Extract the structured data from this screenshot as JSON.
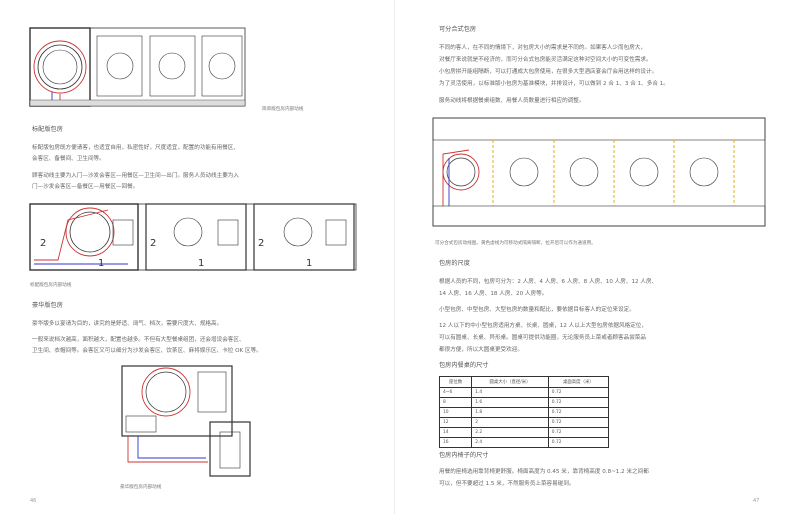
{
  "left": {
    "caption_top": "简单版包房内部动线",
    "section1_title": "标配版包房",
    "section1_p1": "标配版包房既方便请客，也适宜自用，私密性好，尺度适宜，配置的功能有用餐区、",
    "section1_p1b": "会客区、备餐间、卫生间等。",
    "section1_p2": "顾客动线主要为入门—沙发会客区—用餐区—卫生间—出门。服务人员动线主要为入",
    "section1_p2b": "门—沙发会客区—备餐区—用餐区—回餐。",
    "caption_mid": "标配版包房内部动线",
    "section2_title": "豪华版包房",
    "section2_p1": "豪华版多以宴请为目的，讲究的是舒适、阔气、档次，需要尺度大、规格高。",
    "section2_p2": "一般来说档次越高，面积越大，配置也越多。不但有大型餐桌组团，还会增设会客区、",
    "section2_p2b": "卫生间、衣帽间等。会客区又可以细分为沙发会客区、饮茶区、麻将娱乐区、卡拉 OK 区等。",
    "caption_bottom": "豪华版包房内部动线",
    "page_number": "46",
    "plan_labels": [
      "2",
      "1",
      "2",
      "1",
      "2",
      "1"
    ]
  },
  "right": {
    "section1_title": "可分合式包房",
    "p1a": "不同的客人，在不同的情境下，对包房大小的需求是不同的。如果客人少而包房大，",
    "p1b": "对餐厅来说就是不经济的，而可分合式包房能灵活满足这种对空间大小的可变性需求。",
    "p1c": "小包房拼开能组隔断，可以打通成大包房使用，在很多大型酒店宴会厅会用这样的设计。",
    "p1d": "为了灵活使用，以标准版小包房为基准模块，并排设计，可以做到 2 合 1、3 合 1、多合 1。",
    "p2": "服务动线将根据餐桌组数、用餐人员数量进行相应的调整。",
    "caption_plan": "可分合式包房动线图。黄色虚线为可移动式隔离隔断，拉开后可以作为通道用。",
    "section2_title": "包房的尺度",
    "p3a": "根据人员的不同，包房可分为：2 人房、4 人房、6 人房、8 人房、10 人房、12 人房、",
    "p3b": "14 人房、16 人房、18 人房、20 人房等。",
    "p4": "小型包房、中型包房、大型包房的数量和配比，要依据目标客人的定位来设定。",
    "p5a": "12 人以下的中小型包房适用方桌、长桌、圆桌，12 人以上大型包房依据风格定位，",
    "p5b": "可以有圆桌、长桌、异形桌。圆桌可提供功能圈，无论服务员上菜或者顾客品尝菜品",
    "p5c": "都很方便，所以大圆桌更受欢迎。",
    "section3_title": "包房内餐桌的尺寸",
    "table": {
      "headers": [
        "座位数",
        "圆桌大小（直径/米）",
        "桌面高度（米）"
      ],
      "rows": [
        [
          "4~6",
          "1.4",
          "0.72"
        ],
        [
          "8",
          "1.6",
          "0.72"
        ],
        [
          "10",
          "1.8",
          "0.72"
        ],
        [
          "12",
          "2",
          "0.72"
        ],
        [
          "14",
          "2.2",
          "0.72"
        ],
        [
          "16",
          "2.4",
          "0.72"
        ]
      ]
    },
    "section4_title": "包房内椅子的尺寸",
    "p6a": "用餐的座椅选用靠背椅更舒服。椅面高度为 0.45 米，靠背椅高度 0.8~1.2 米之间都",
    "p6b": "可以，但不要超过 1.5 米，不然服务员上菜容易碰到。",
    "page_number": "47"
  }
}
